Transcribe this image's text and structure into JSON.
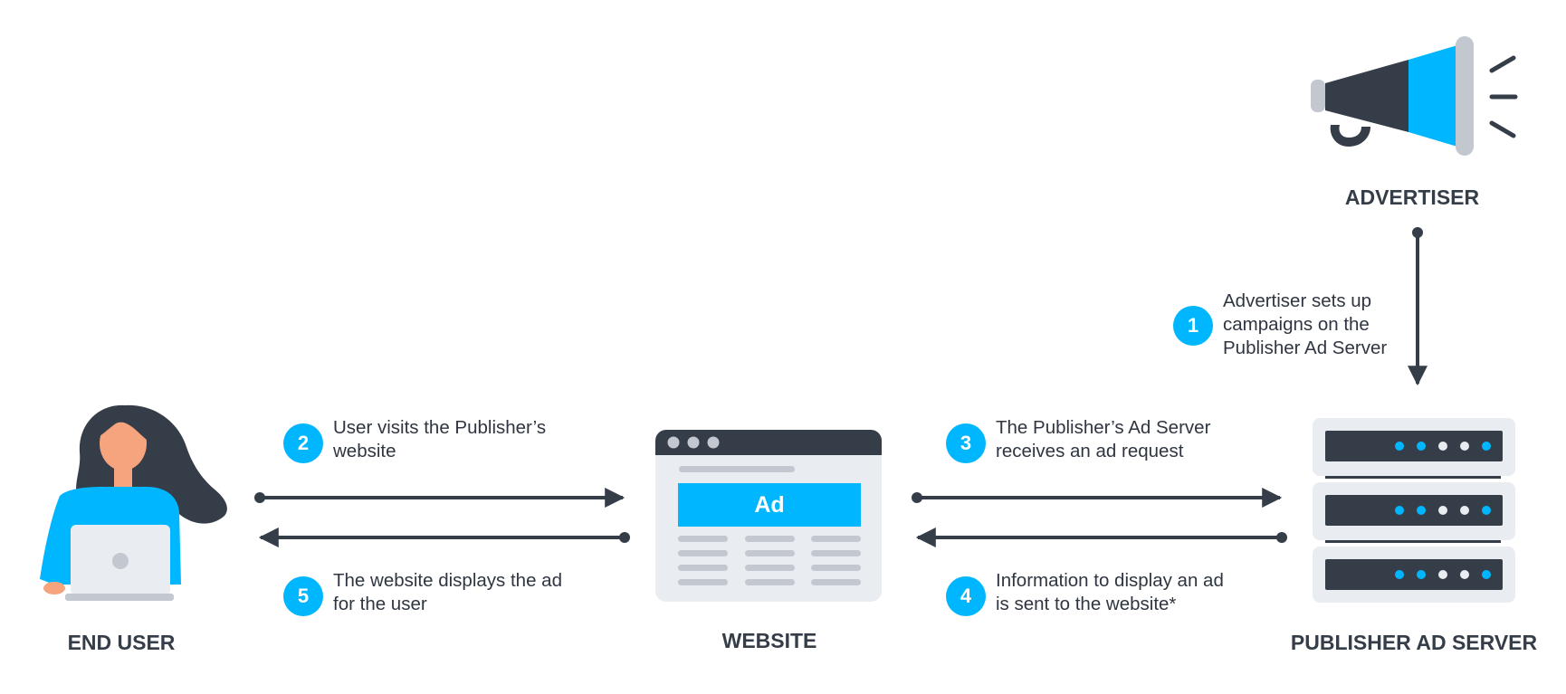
{
  "nodes": {
    "end_user": "END USER",
    "website": "WEBSITE",
    "publisher_ad_server": "PUBLISHER AD SERVER",
    "advertiser": "ADVERTISER"
  },
  "ad_banner_text": "Ad",
  "steps": [
    {
      "number": "1",
      "text": "Advertiser sets up\ncampaigns on the\nPublisher Ad Server"
    },
    {
      "number": "2",
      "text": "User visits the Publisher’s\nwebsite"
    },
    {
      "number": "3",
      "text": "The Publisher’s Ad Server\nreceives an ad request"
    },
    {
      "number": "4",
      "text": "Information to display an ad\nis sent to the website*"
    },
    {
      "number": "5",
      "text": "The website displays the ad\nfor the user"
    }
  ],
  "colors": {
    "accent": "#00b7ff",
    "dark": "#353d49",
    "light_panel": "#e9ecf1",
    "gray": "#c3c8d0",
    "skin": "#f5a47e"
  },
  "icons": [
    "person-with-laptop-icon",
    "browser-window-icon",
    "server-rack-icon",
    "megaphone-icon"
  ]
}
